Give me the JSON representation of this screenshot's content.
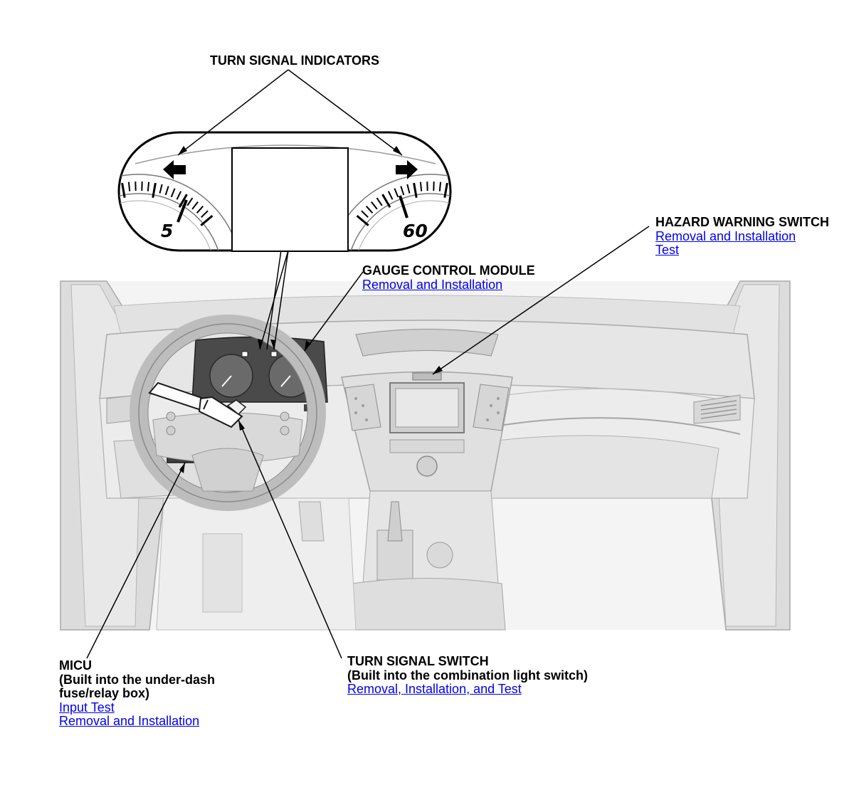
{
  "callouts": {
    "turn_signal_indicators": {
      "title": "TURN SIGNAL INDICATORS"
    },
    "hazard_warning_switch": {
      "title": "HAZARD WARNING SWITCH",
      "links": [
        "Removal and Installation",
        "Test"
      ]
    },
    "gauge_control_module": {
      "title": "GAUGE CONTROL MODULE",
      "links": [
        "Removal and Installation"
      ]
    },
    "micu": {
      "title_lines": [
        "MICU",
        "(Built into the under-dash",
        "fuse/relay box)"
      ],
      "links": [
        "Input Test",
        "Removal and Installation"
      ]
    },
    "turn_signal_switch": {
      "title_lines": [
        "TURN SIGNAL SWITCH",
        "(Built into the combination light switch)"
      ],
      "links": [
        "Removal, Installation, and Test"
      ]
    }
  },
  "gauge": {
    "left_dial_number": "5",
    "right_dial_number": "60"
  },
  "colors": {
    "link": "#0000ee",
    "line": "#000000",
    "interior_shade": "#e6e6e6",
    "interior_stroke": "#9a9a9a"
  }
}
